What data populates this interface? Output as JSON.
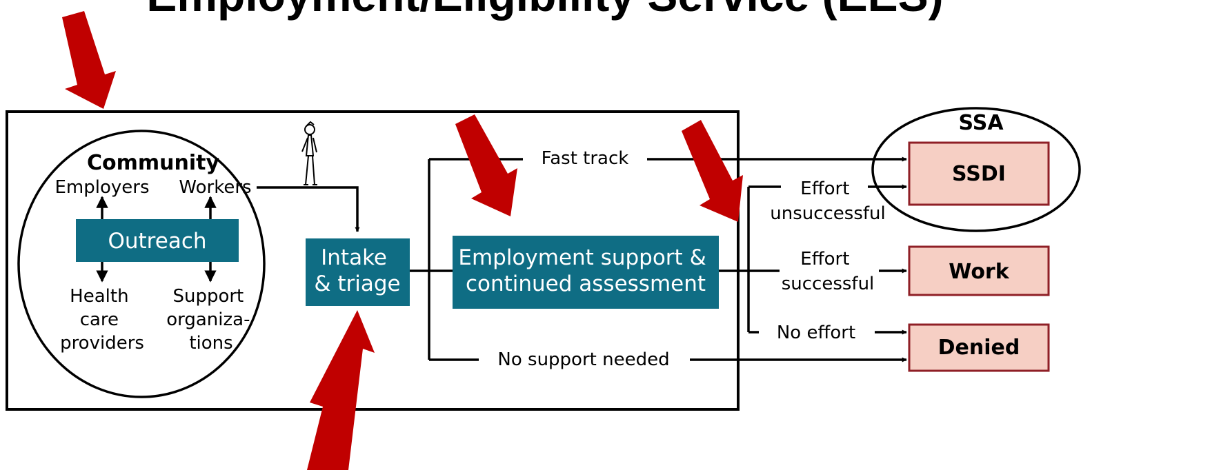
{
  "title": "Employment/Eligibility Service (EES)",
  "community": {
    "heading": "Community",
    "employers": "Employers",
    "workers": "Workers",
    "outreach": "Outreach",
    "health_lines": [
      "Health",
      "care",
      "providers"
    ],
    "support_lines": [
      "Support",
      "organiza-",
      "tions"
    ]
  },
  "intake_lines": [
    "Intake",
    "& triage"
  ],
  "employment_lines": [
    "Employment support &",
    "continued assessment"
  ],
  "paths": {
    "fast_track": "Fast track",
    "no_support": "No support needed",
    "effort_unsuccessful": [
      "Effort",
      "unsuccessful"
    ],
    "effort_successful": [
      "Effort",
      "successful"
    ],
    "no_effort": "No effort"
  },
  "ssa": {
    "label": "SSA",
    "ssdi": "SSDI"
  },
  "outcomes": {
    "work": "Work",
    "denied": "Denied"
  },
  "colors": {
    "teal_box": "#0f6d84",
    "outcome_fill": "#f6cfc4",
    "outcome_border": "#8f1f26",
    "arrow_red": "#c00000"
  }
}
